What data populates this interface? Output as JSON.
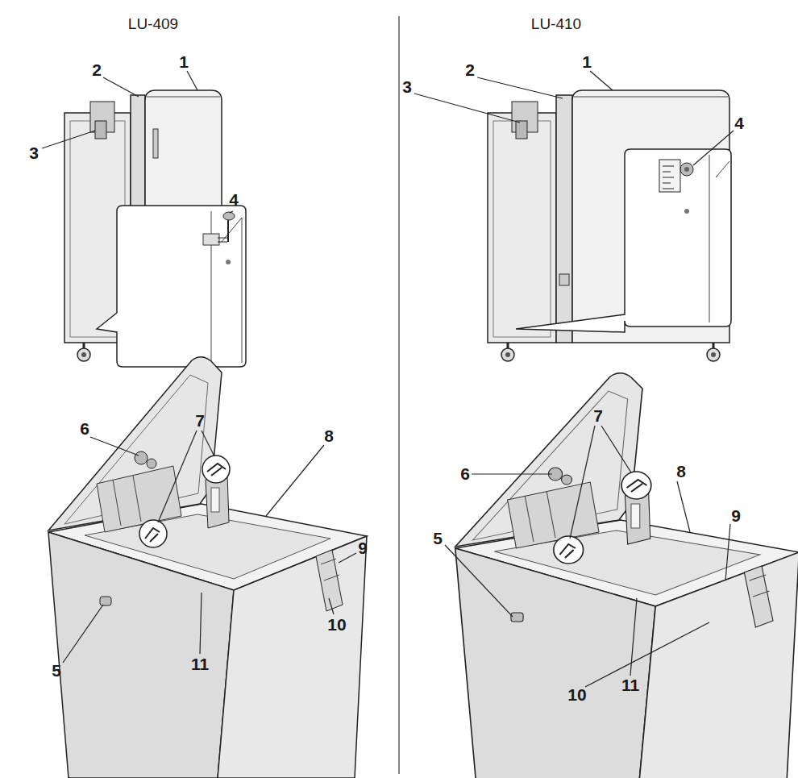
{
  "diagram": {
    "labels": [
      "LU-409",
      "LU-410",
      "1",
      "2",
      "3",
      "4",
      "1",
      "2",
      "3",
      "4",
      "7",
      "6",
      "8",
      "9",
      "10",
      "11",
      "5",
      "7",
      "6",
      "8",
      "9",
      "5",
      "11",
      "10"
    ]
  }
}
